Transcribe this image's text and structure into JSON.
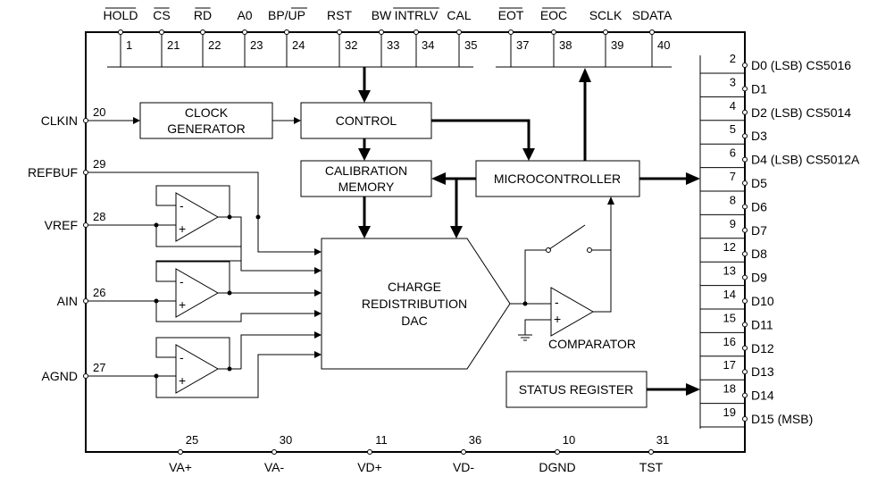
{
  "top_pins": [
    {
      "name": "HOLD",
      "overbar": true,
      "num": "1"
    },
    {
      "name": "CS",
      "overbar": true,
      "num": "21"
    },
    {
      "name": "RD",
      "overbar": true,
      "num": "22"
    },
    {
      "name": "A0",
      "overbar": false,
      "num": "23"
    },
    {
      "name": "BP/UP",
      "overbar": false,
      "num": "24"
    },
    {
      "name": "RST",
      "overbar": false,
      "num": "32"
    },
    {
      "name": "BW",
      "overbar": false,
      "num": "33"
    },
    {
      "name": "INTRLV",
      "overbar": true,
      "num": "34"
    },
    {
      "name": "CAL",
      "overbar": false,
      "num": "35"
    },
    {
      "name": "EOT",
      "overbar": true,
      "num": "37"
    },
    {
      "name": "EOC",
      "overbar": true,
      "num": "38"
    },
    {
      "name": "SCLK",
      "overbar": false,
      "num": "39"
    },
    {
      "name": "SDATA",
      "overbar": false,
      "num": "40"
    }
  ],
  "left_pins": [
    {
      "name": "CLKIN",
      "num": "20"
    },
    {
      "name": "REFBUF",
      "num": "29"
    },
    {
      "name": "VREF",
      "num": "28"
    },
    {
      "name": "AIN",
      "num": "26"
    },
    {
      "name": "AGND",
      "num": "27"
    }
  ],
  "bottom_pins": [
    {
      "name": "VA+",
      "num": "25"
    },
    {
      "name": "VA-",
      "num": "30"
    },
    {
      "name": "VD+",
      "num": "11"
    },
    {
      "name": "VD-",
      "num": "36"
    },
    {
      "name": "DGND",
      "num": "10"
    },
    {
      "name": "TST",
      "num": "31"
    }
  ],
  "right_pins": [
    {
      "num": "2",
      "name": "D0 (LSB) CS5016"
    },
    {
      "num": "3",
      "name": "D1"
    },
    {
      "num": "4",
      "name": "D2 (LSB) CS5014"
    },
    {
      "num": "5",
      "name": "D3"
    },
    {
      "num": "6",
      "name": "D4  (LSB)   CS5012A"
    },
    {
      "num": "7",
      "name": "D5"
    },
    {
      "num": "8",
      "name": "D6"
    },
    {
      "num": "9",
      "name": "D7"
    },
    {
      "num": "12",
      "name": "D8"
    },
    {
      "num": "13",
      "name": "D9"
    },
    {
      "num": "14",
      "name": "D10"
    },
    {
      "num": "15",
      "name": "D11"
    },
    {
      "num": "16",
      "name": "D12"
    },
    {
      "num": "17",
      "name": "D13"
    },
    {
      "num": "18",
      "name": "D14"
    },
    {
      "num": "19",
      "name": "D15  (MSB)"
    }
  ],
  "blocks": {
    "clock_line1": "CLOCK",
    "clock_line2": "GENERATOR",
    "control": "CONTROL",
    "calib_line1": "CALIBRATION",
    "calib_line2": "MEMORY",
    "micro": "MICROCONTROLLER",
    "dac_line1": "CHARGE",
    "dac_line2": "REDISTRIBUTION",
    "dac_line3": "DAC",
    "comparator": "COMPARATOR",
    "status": "STATUS REGISTER"
  },
  "opamp_signs": {
    "minus": "-",
    "plus": "+"
  }
}
